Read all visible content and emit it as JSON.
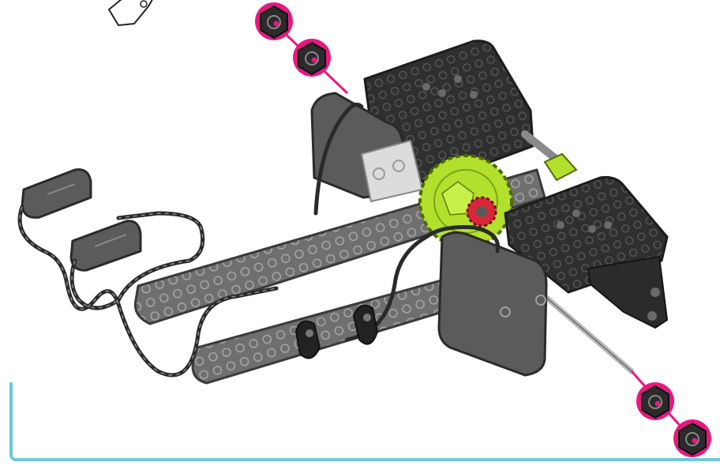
{
  "colors": {
    "highlight": "#e6197f",
    "gear_green": "#b3e02c",
    "gear_red": "#d8263a",
    "beam_gray": "#6e6e6e",
    "plate_dark": "#2e2e2e",
    "motor_gray": "#5b5b5b",
    "frame_teal": "#6cc9d6"
  },
  "parts": {
    "highlighted_nuts": "hex-nut",
    "shaft": "metal-drive-shaft",
    "gears": [
      "green-spur-gear",
      "red-pinion-gear"
    ],
    "motors": [
      "smart-motor-left",
      "smart-motor-right"
    ],
    "sensors": [
      "bumper-sensor-top",
      "bumper-sensor-bottom"
    ]
  },
  "icons": {
    "hand_pointer": "hand-pointer-icon"
  }
}
